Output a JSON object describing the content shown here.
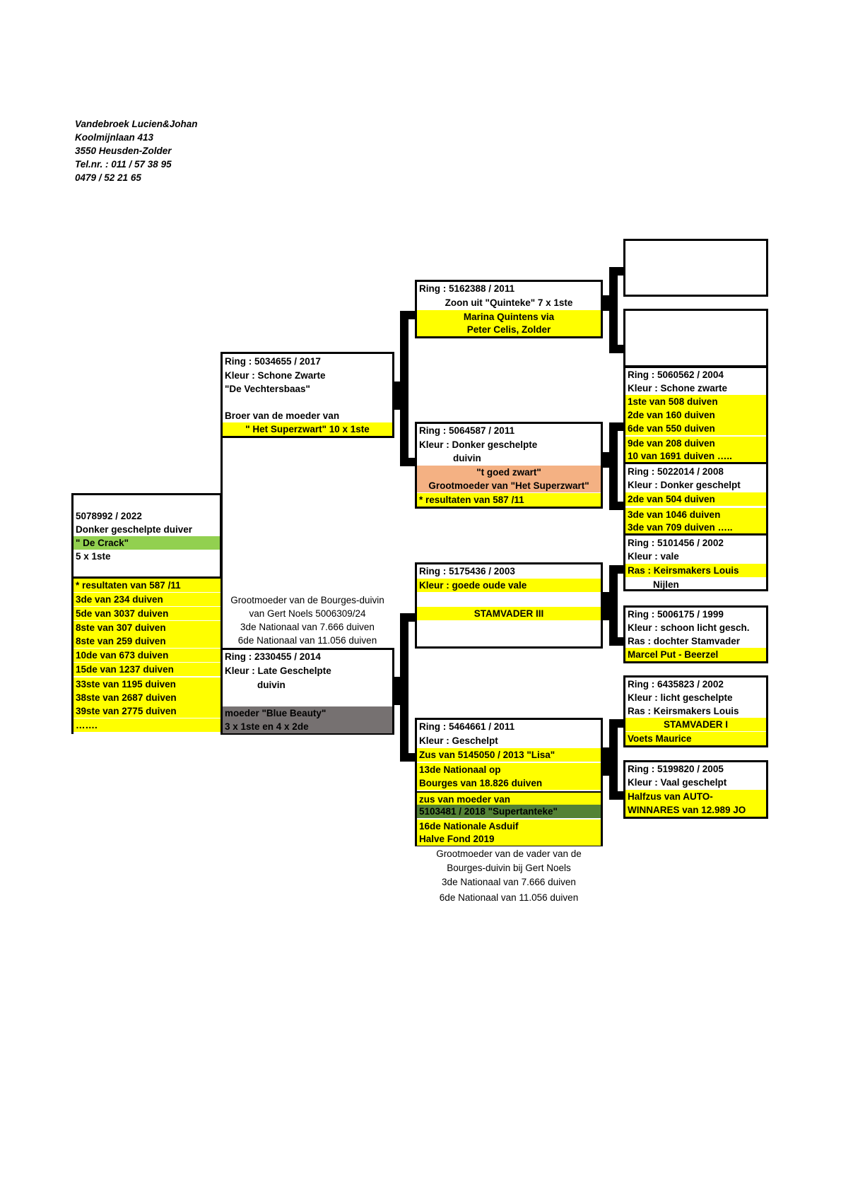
{
  "header": [
    "Vandebroek Lucien&Johan",
    "Koolmijnlaan 413",
    "3550 Heusden-Zolder",
    "Tel.nr. : 011 / 57 38 95",
    "0479 / 52 21 65"
  ],
  "main_pigeon": {
    "ring": "5078992 / 2022",
    "color": "Donker geschelpte duiver",
    "name": "\" De Crack\"",
    "wins": "5 x 1ste"
  },
  "main_results": [
    "* resultaten van 587 /11",
    "3de van 234 duiven",
    "5de van 3037 duiven",
    "8ste van 307 duiven",
    "8ste van 259 duiven",
    "10de van 673 duiven",
    "15de van 1237 duiven",
    "33ste van 1195 duiven",
    "38ste van 2687 duiven",
    "39ste van 2775 duiven",
    "……."
  ],
  "father": {
    "ring": "Ring : 5034655 / 2017",
    "color": "Kleur : Schone Zwarte",
    "name": "\"De Vechtersbaas\"",
    "note1": "Broer van de moeder van",
    "note2": "\" Het Superzwart\" 10 x 1ste"
  },
  "mother_note": [
    "Grootmoeder van de Bourges-duivin",
    "van Gert Noels 5006309/24",
    "3de Nationaal van 7.666 duiven",
    "6de Nationaal van 11.056 duiven"
  ],
  "mother": {
    "ring": "Ring : 2330455 / 2014",
    "color": "Kleur : Late Geschelpte",
    "color2": "duivin",
    "note1": "moeder \"Blue Beauty\"",
    "note2": "3 x 1ste en 4 x 2de"
  },
  "gf_pat": {
    "ring": "Ring : 5162388 / 2011",
    "line1": "Zoon uit \"Quinteke\" 7 x 1ste",
    "line2": "Marina Quintens via",
    "line3": "Peter Celis, Zolder"
  },
  "gm_pat": {
    "ring": "Ring : 5064587 / 2011",
    "color": "Kleur : Donker geschelpte",
    "color2": "duivin",
    "name": "\"t goed zwart\"",
    "note": "Grootmoeder van \"Het Superzwart\"",
    "results": "* resultaten van 587 /11"
  },
  "gf_mat": {
    "ring": "Ring : 5175436 / 2003",
    "color": "Kleur : goede oude vale",
    "name": "STAMVADER III"
  },
  "gm_mat": {
    "ring": "Ring : 5464661 / 2011",
    "color": "Kleur : Geschelpt",
    "l1": "Zus van 5145050 / 2013 \"Lisa\"",
    "l2": "13de Nationaal op",
    "l3": "Bourges van 18.826 duiven",
    "l4": "zus van moeder van",
    "l5": "5103481 / 2018 \"Supertanteke\"",
    "l6": "16de Nationale Asduif",
    "l7": "Halve Fond 2019"
  },
  "gm_mat_note": [
    "Grootmoeder van de vader van de",
    "Bourges-duivin bij Gert Noels",
    "3de Nationaal van 7.666 duiven",
    "6de Nationaal van 11.056 duiven"
  ],
  "ggm2": {
    "ring": "Ring : 5060562 / 2004",
    "color": "Kleur : Schone zwarte",
    "r1": "1ste van 508 duiven",
    "r2": "2de van 160 duiven",
    "r3": "6de van 550 duiven",
    "r4": "9de van 208 duiven",
    "r5": "10 van 1691 duiven ….."
  },
  "ggf3": {
    "ring": "Ring : 5022014 / 2008",
    "color": "Kleur : Donker geschelpt",
    "r1": "2de van 504 duiven",
    "r2": "3de van 1046 duiven",
    "r3": "3de van 709 duiven ….."
  },
  "ggm3": {
    "ring": "Ring : 5101456 / 2002",
    "color": "Kleur : vale",
    "ras": "Ras : Keirsmakers Louis",
    "place": "Nijlen"
  },
  "ggf5": {
    "ring": "Ring : 5006175 / 1999",
    "color": "Kleur : schoon licht gesch.",
    "ras": "Ras : dochter Stamvader",
    "owner": "Marcel Put - Beerzel"
  },
  "ggf6": {
    "ring": "Ring : 6435823 / 2002",
    "color": "Kleur : licht geschelpte",
    "ras": "Ras : Keirsmakers Louis",
    "name": "STAMVADER I",
    "owner": "Voets Maurice"
  },
  "ggm6": {
    "ring": "Ring :  5199820 / 2005",
    "color": "Kleur : Vaal geschelpt",
    "l1": "Halfzus van AUTO-",
    "l2": "WINNARES van 12.989 JO"
  }
}
